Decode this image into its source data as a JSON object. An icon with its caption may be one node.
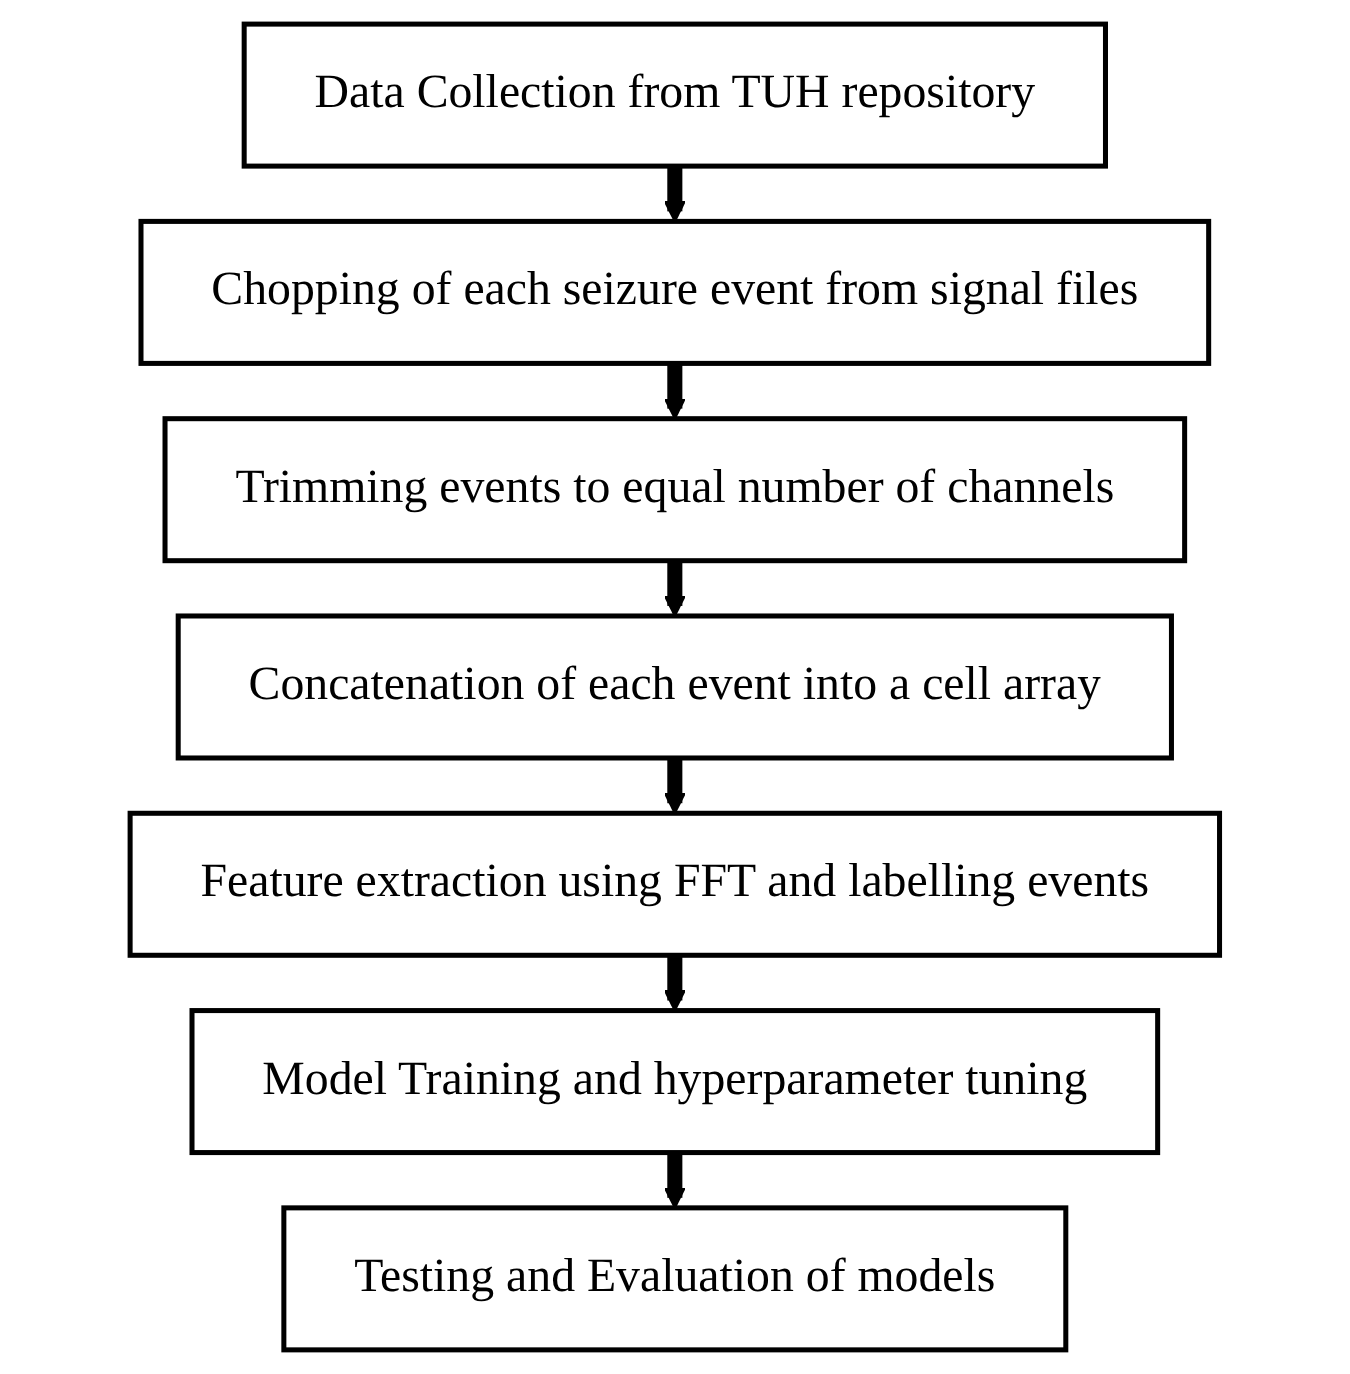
{
  "diagram": {
    "nodes": [
      {
        "text": [
          "Data Collection from TUH repository"
        ]
      },
      {
        "text": [
          "Chopping of each seizure event from signal files"
        ]
      },
      {
        "text": [
          "Trimming events to equal number of channels"
        ]
      },
      {
        "text": [
          "Concatenation of each event into a cell array"
        ]
      },
      {
        "text": [
          "Feature extraction using FFT and labelling events"
        ]
      },
      {
        "text": [
          "Model Training and hyperparameter tuning"
        ]
      },
      {
        "text": [
          "Testing and Evaluation of models"
        ]
      }
    ],
    "edges": [
      {
        "from": 0,
        "to": 1,
        "arrow": "to"
      },
      {
        "from": 1,
        "to": 2,
        "arrow": "to"
      },
      {
        "from": 2,
        "to": 3,
        "arrow": "to"
      },
      {
        "from": 3,
        "to": 4,
        "arrow": "to"
      },
      {
        "from": 4,
        "to": 5,
        "arrow": "to"
      },
      {
        "from": 5,
        "to": 6,
        "arrow": "to"
      }
    ]
  }
}
